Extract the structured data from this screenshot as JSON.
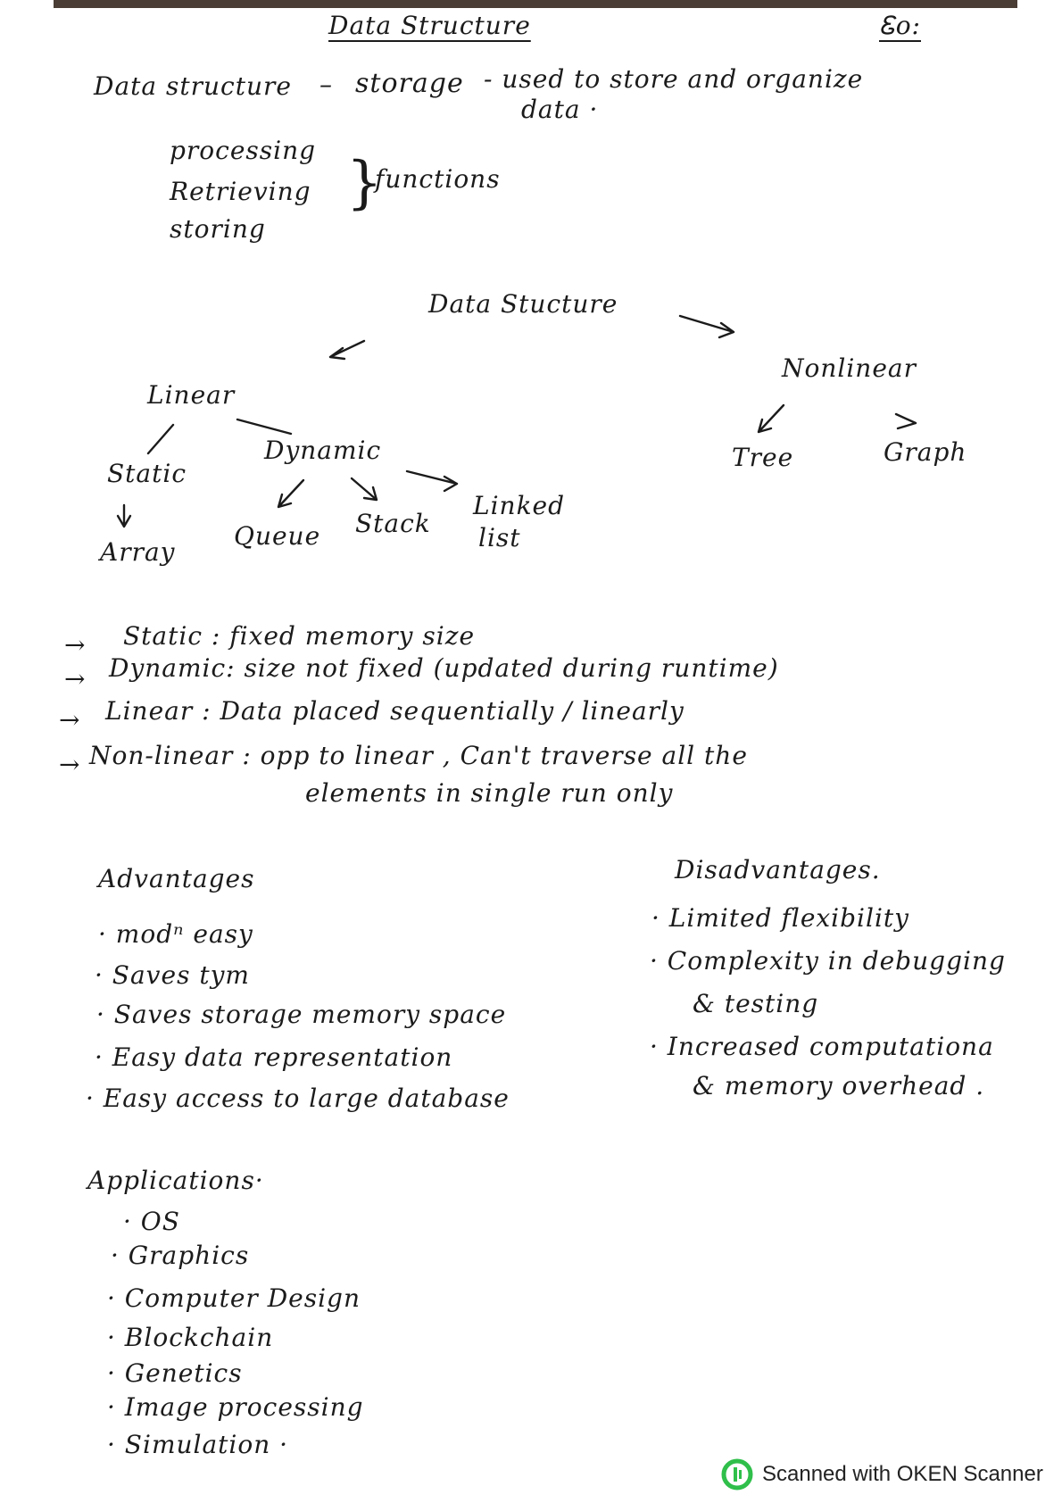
{
  "header": {
    "title": "Data Structure",
    "corner": "Ꮛo:"
  },
  "intro": {
    "term": "Data structure",
    "dash1": "–",
    "meaning": "storage",
    "definition_line1": "- used to store and organize",
    "definition_line2": "data ·"
  },
  "functions": {
    "items": [
      "processing",
      "Retrieving",
      "storing"
    ],
    "bracket": "}",
    "label": "functions"
  },
  "tree": {
    "root": "Data Stucture",
    "linear": "Linear",
    "nonlinear": "Nonlinear",
    "static": "Static",
    "dynamic": "Dynamic",
    "array": "Array",
    "queue": "Queue",
    "stack": "Stack",
    "linked_line1": "Linked",
    "linked_line2": "list",
    "tree_node": "Tree",
    "graph": "Graph"
  },
  "definitions": [
    {
      "arrow": "→",
      "text": "Static : fixed memory size"
    },
    {
      "arrow": "→",
      "text": "Dynamic: size not fixed (updated during runtime)"
    },
    {
      "arrow": "→",
      "text": "Linear : Data placed sequentially / linearly"
    },
    {
      "arrow": "→",
      "text": "Non-linear : opp to linear , Can't traverse all the"
    },
    {
      "arrow": "",
      "text": "elements in single run only"
    }
  ],
  "advantages": {
    "heading": "Advantages",
    "items": [
      "· modⁿ easy",
      "· Saves tym",
      "· Saves storage memory space",
      "· Easy data representation",
      "· Easy access to large database"
    ]
  },
  "disadvantages": {
    "heading": "Disadvantages.",
    "items": [
      "· Limited flexibility",
      "· Complexity in debugging",
      "& testing",
      "· Increased computationa",
      "& memory overhead ."
    ]
  },
  "applications": {
    "heading": "Applications·",
    "items": [
      "· OS",
      "· Graphics",
      "· Computer Design",
      "· Blockchain",
      "· Genetics",
      "· Image processing",
      "· Simulation ·"
    ]
  },
  "scanner": {
    "text": "Scanned with OKEN Scanner"
  },
  "colors": {
    "ink": "#1b1b1b",
    "paper": "#ffffff",
    "scanner_logo": "#2fbf4a"
  }
}
